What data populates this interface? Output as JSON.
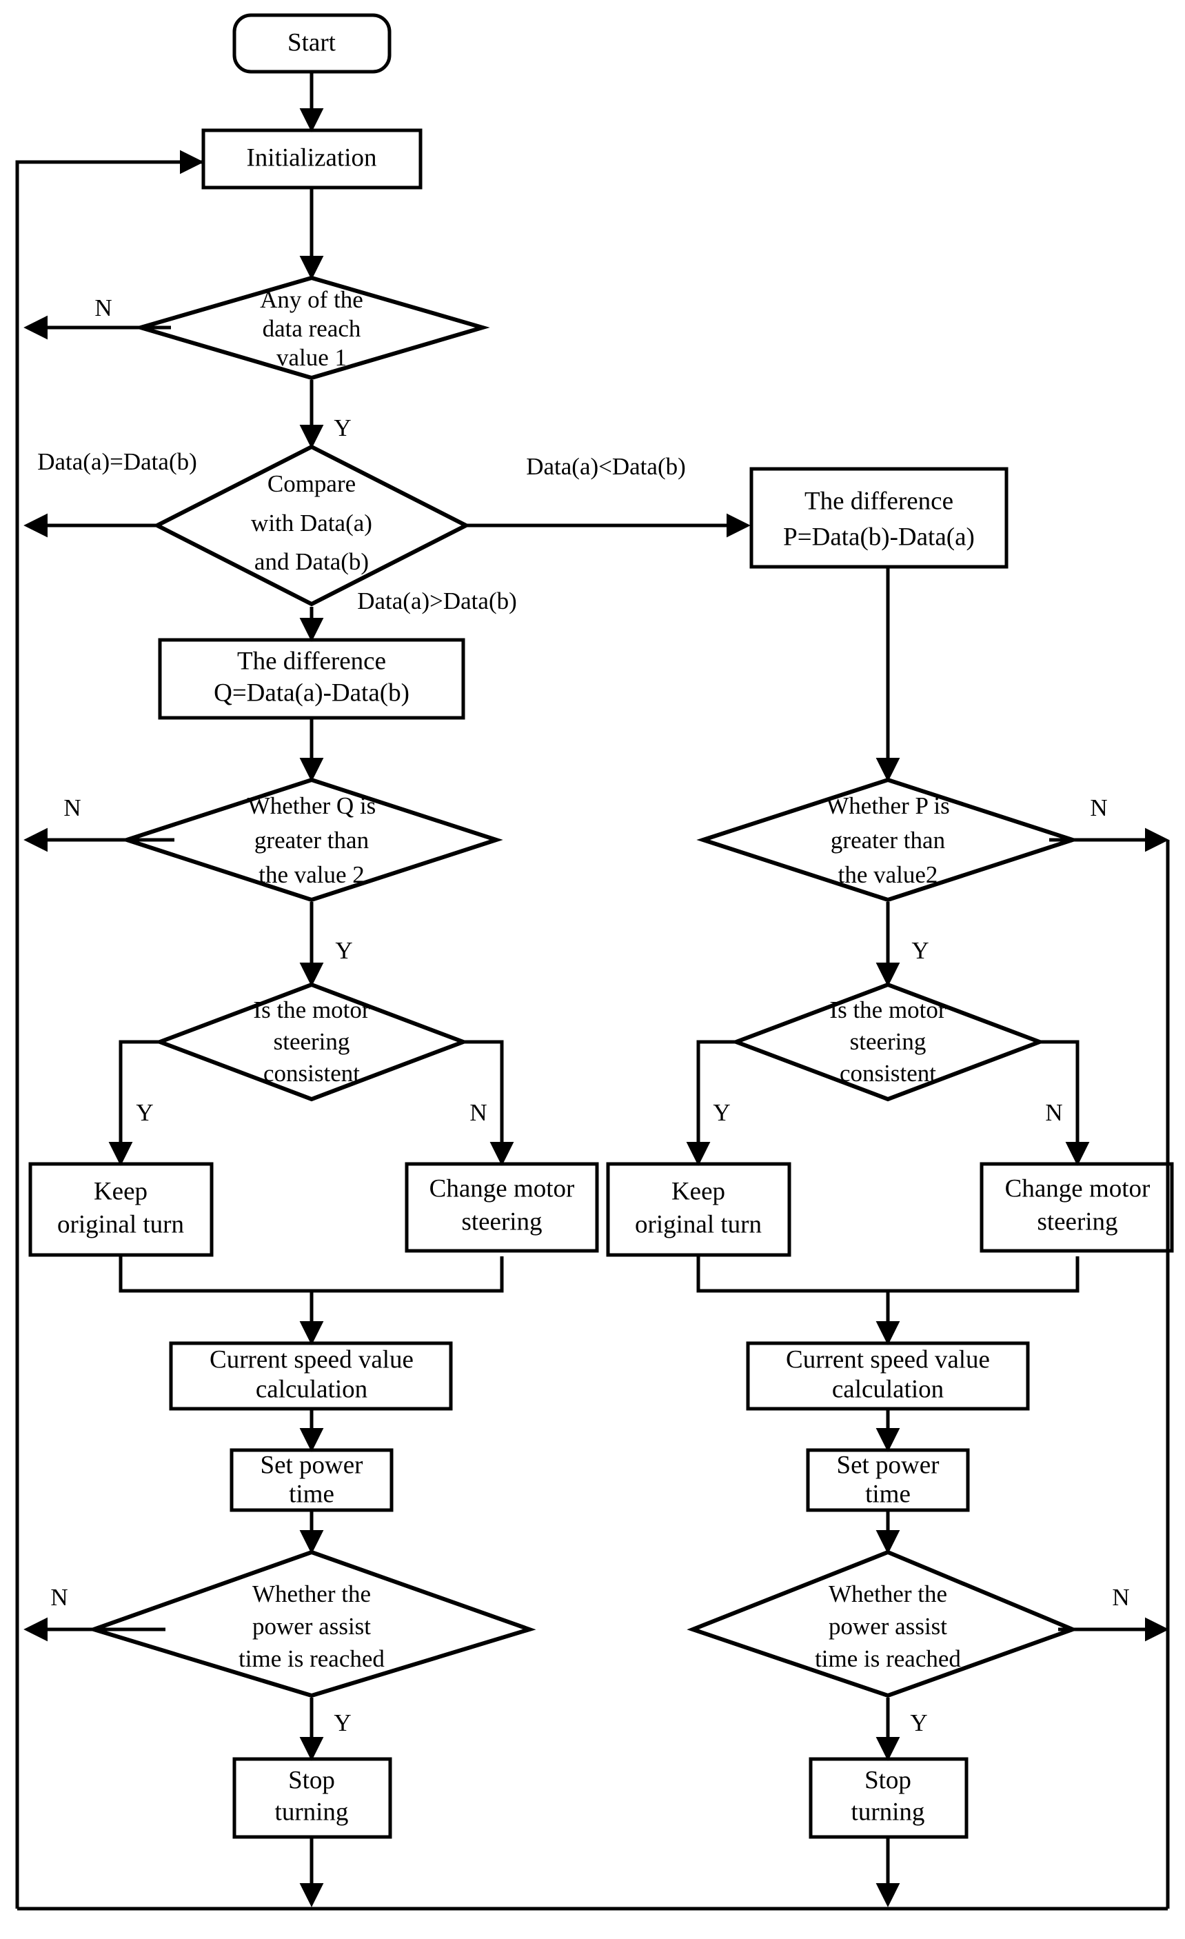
{
  "diagram": {
    "title": "Motor power assist control flowchart",
    "background": "#ffffff",
    "line_color": "#000000",
    "text_color": "#000000"
  },
  "nodes": {
    "start": {
      "label": "Start",
      "shape": "rounded-terminator"
    },
    "initialization": {
      "label": "Initialization",
      "shape": "process"
    },
    "check_value1": {
      "line1": "Any of the",
      "line2": "data reach",
      "line3": "value 1",
      "shape": "decision"
    },
    "compare": {
      "line1": "Compare",
      "line2": "with Data(a)",
      "line3": "and Data(b)",
      "shape": "decision"
    },
    "diff_p": {
      "line1": "The difference",
      "line2": "P=Data(b)-Data(a)",
      "shape": "process"
    },
    "diff_q": {
      "line1": "The difference",
      "line2": "Q=Data(a)-Data(b)",
      "shape": "process"
    },
    "check_q": {
      "line1": "Whether Q is",
      "line2": "greater than",
      "line3": "the value 2",
      "shape": "decision"
    },
    "check_p": {
      "line1": "Whether P is",
      "line2": "greater than",
      "line3": "the value2",
      "shape": "decision"
    },
    "motor_left": {
      "line1": "Is the motor",
      "line2": "steering",
      "line3": "consistent",
      "shape": "decision"
    },
    "motor_right": {
      "line1": "Is the motor",
      "line2": "steering",
      "line3": "consistent",
      "shape": "decision"
    },
    "keep_left": {
      "line1": "Keep",
      "line2": "original turn",
      "shape": "process"
    },
    "change_left": {
      "line1": "Change motor",
      "line2": "steering",
      "shape": "process"
    },
    "keep_right": {
      "line1": "Keep",
      "line2": "original turn",
      "shape": "process"
    },
    "change_right": {
      "line1": "Change motor",
      "line2": "steering",
      "shape": "process"
    },
    "speed_left": {
      "line1": "Current speed value",
      "line2": "calculation",
      "shape": "process"
    },
    "speed_right": {
      "line1": "Current speed value",
      "line2": "calculation",
      "shape": "process"
    },
    "power_left": {
      "line1": "Set power",
      "line2": "time",
      "shape": "process"
    },
    "power_right": {
      "line1": "Set power",
      "line2": "time",
      "shape": "process"
    },
    "assist_left": {
      "line1": "Whether the",
      "line2": "power assist",
      "line3": "time is reached",
      "shape": "decision"
    },
    "assist_right": {
      "line1": "Whether the",
      "line2": "power assist",
      "line3": "time is reached",
      "shape": "decision"
    },
    "stop_left": {
      "line1": "Stop",
      "line2": "turning",
      "shape": "process"
    },
    "stop_right": {
      "line1": "Stop",
      "line2": "turning",
      "shape": "process"
    }
  },
  "edge_labels": {
    "value1_no": "N",
    "value1_yes": "Y",
    "compare_eq": "Data(a)=Data(b)",
    "compare_lt": "Data(a)<Data(b)",
    "compare_gt": "Data(a)>Data(b)",
    "q_no": "N",
    "q_yes": "Y",
    "p_no": "N",
    "p_yes": "Y",
    "motor_left_yes": "Y",
    "motor_left_no": "N",
    "motor_right_yes": "Y",
    "motor_right_no": "N",
    "assist_left_no": "N",
    "assist_left_yes": "Y",
    "assist_right_no": "N",
    "assist_right_yes": "Y"
  }
}
